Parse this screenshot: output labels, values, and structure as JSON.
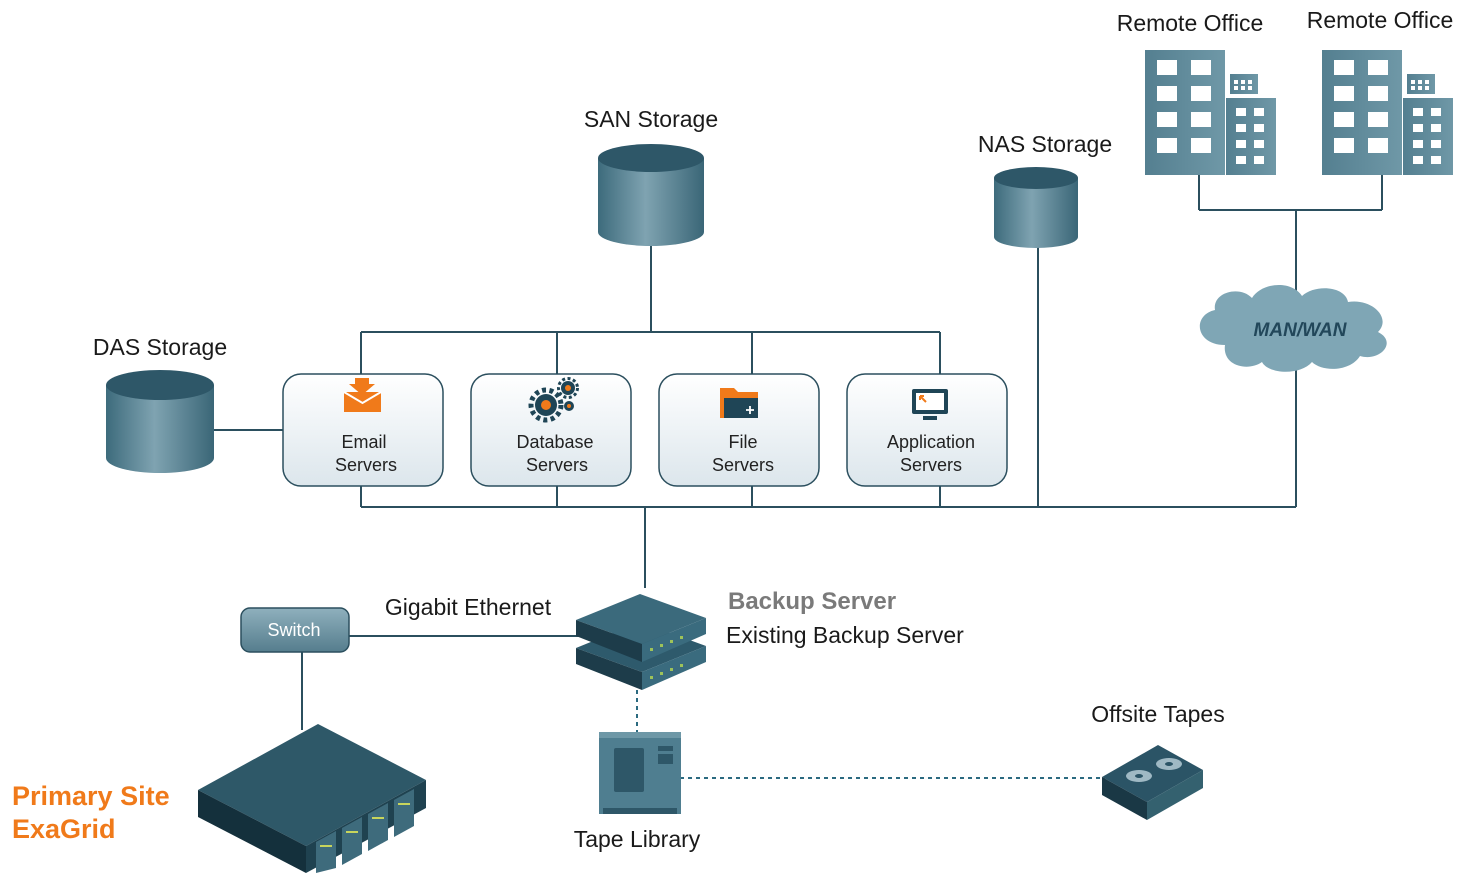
{
  "labels": {
    "remote_office_1": "Remote Office",
    "remote_office_2": "Remote Office",
    "san_storage": "SAN Storage",
    "nas_storage": "NAS Storage",
    "das_storage": "DAS Storage",
    "man_wan": "MAN/WAN",
    "gigabit_ethernet": "Gigabit Ethernet",
    "switch": "Switch",
    "backup_server_title": "Backup Server",
    "backup_server_subtitle": "Existing Backup Server",
    "offsite_tapes": "Offsite Tapes",
    "tape_library": "Tape Library",
    "primary_site_line1": "Primary Site",
    "primary_site_line2": "ExaGrid"
  },
  "servers": [
    {
      "line1": "Email",
      "line2": "Servers",
      "icon": "envelope-icon"
    },
    {
      "line1": "Database",
      "line2": "Servers",
      "icon": "gears-icon"
    },
    {
      "line1": "File",
      "line2": "Servers",
      "icon": "folder-icon"
    },
    {
      "line1": "Application",
      "line2": "Servers",
      "icon": "monitor-icon"
    }
  ],
  "colors": {
    "storage": "#4f7e90",
    "line": "#2b4f5e",
    "accent_orange": "#f07a1a",
    "backup_title_gray": "#7a7a7a"
  }
}
